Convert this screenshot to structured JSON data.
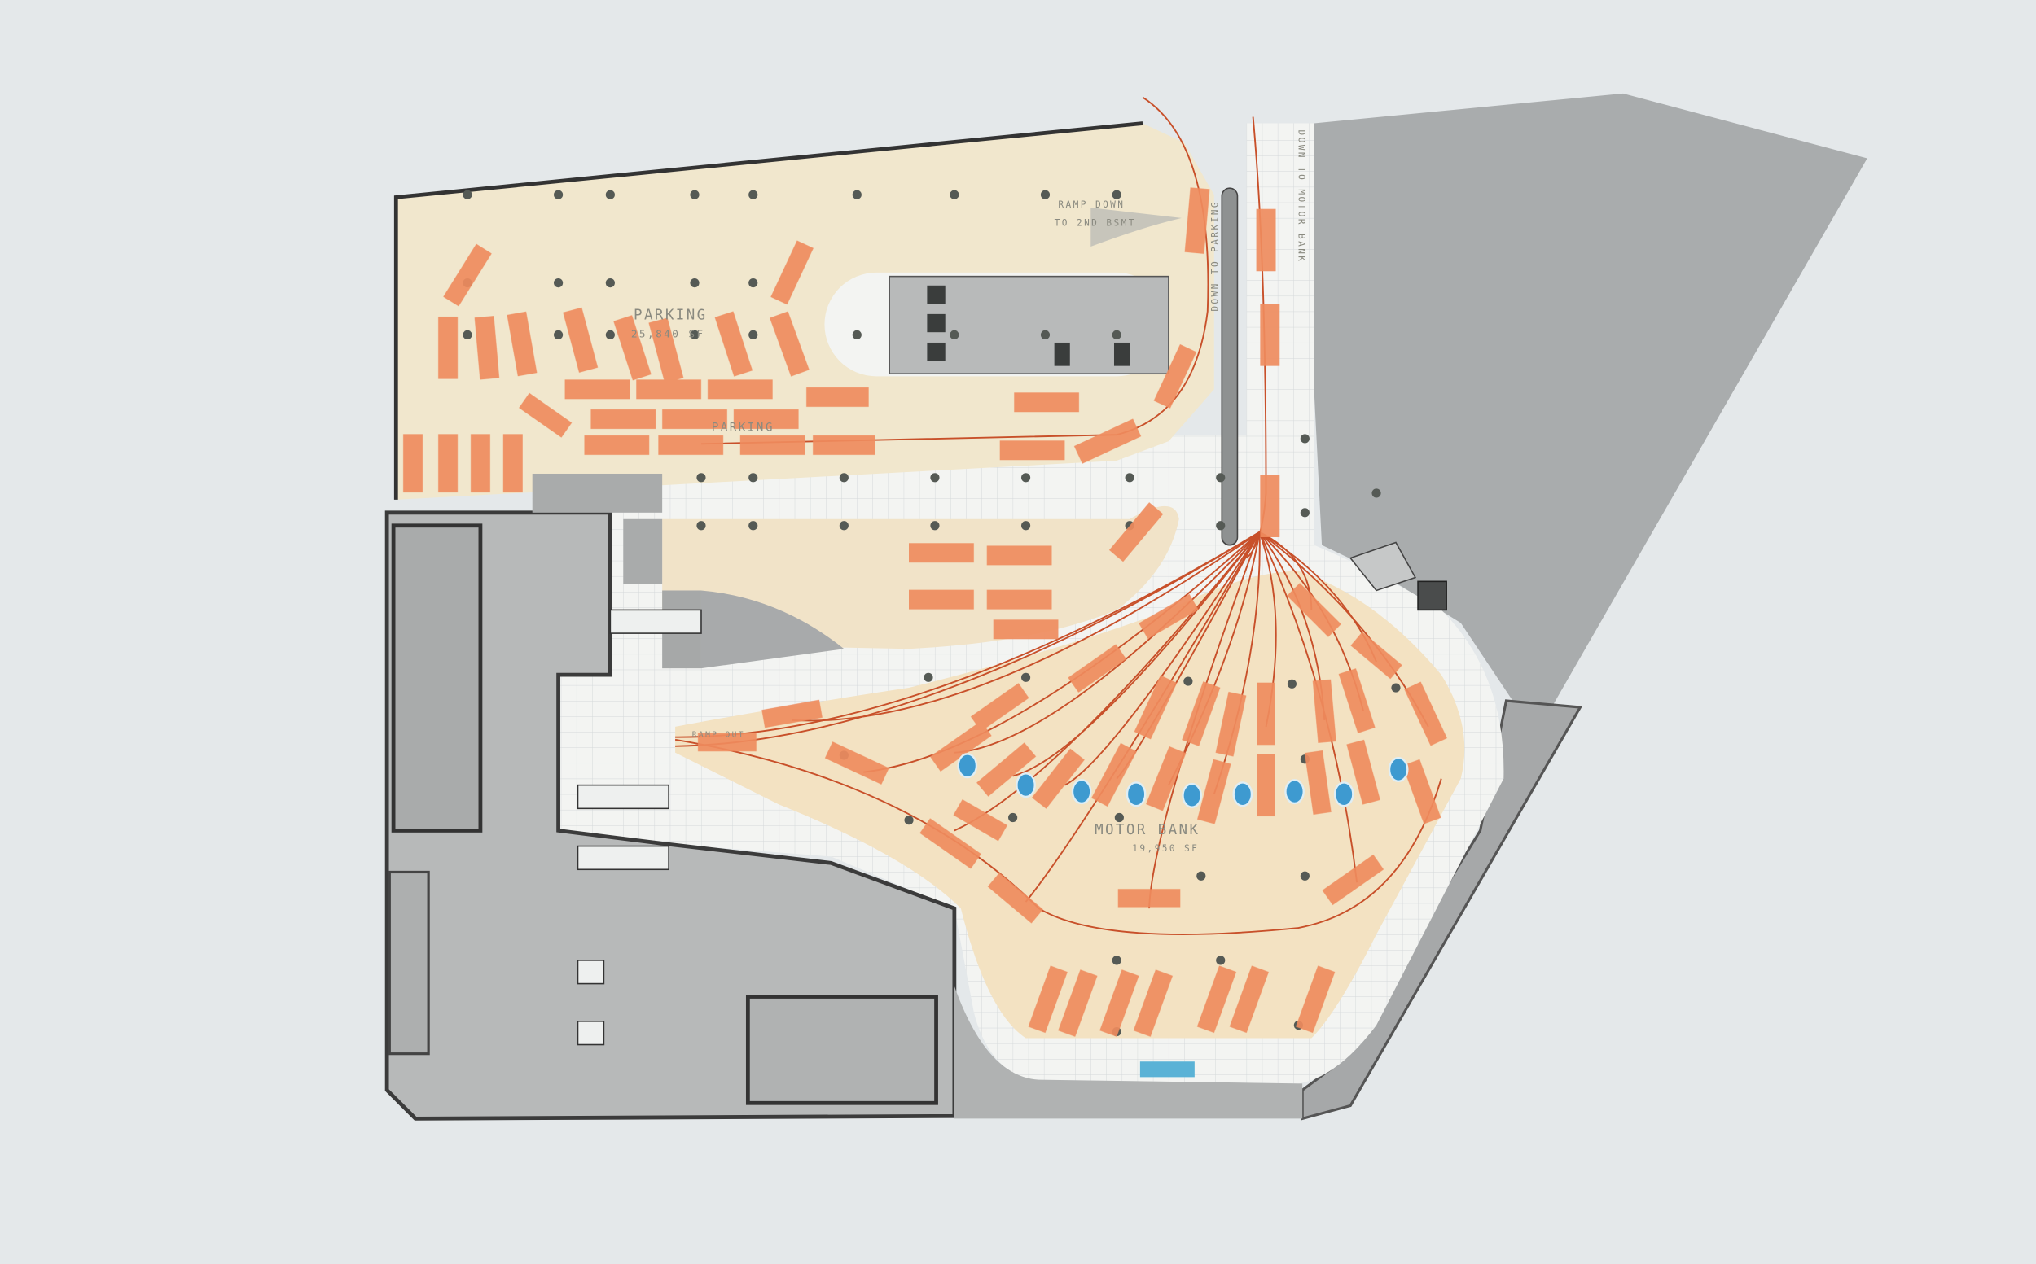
{
  "drawing": {
    "parking_label": "PARKING",
    "parking_area": "25,840 SF",
    "parking_lane_label": "PARKING",
    "ramp_label_1": "RAMP DOWN",
    "ramp_label_2": "TO 2ND BSMT",
    "down_to_parking": "DOWN TO PARKING",
    "down_to_motor_bank": "DOWN TO MOTOR BANK",
    "motor_bank_label": "MOTOR BANK",
    "motor_bank_area": "19,950 SF",
    "ramp_out": "RAMP OUT"
  },
  "colors": {
    "background": "#e4e8ea",
    "stall": "#ef8c5e",
    "parking_wash": "#f2e8cf",
    "building": "#b9bbbb",
    "car": "#3e9ad0",
    "route": "#c8502a"
  }
}
